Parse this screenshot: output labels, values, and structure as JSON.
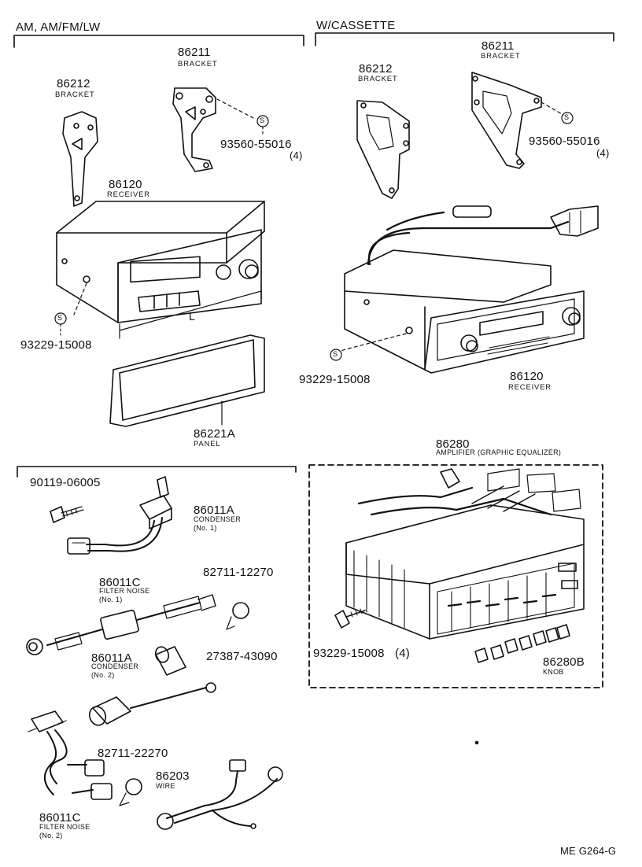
{
  "headers": {
    "left": "AM, AM/FM/LW",
    "right": "W/CASSETTE"
  },
  "labels": {
    "bracket_86212_a": {
      "part": "86212",
      "name": "BRACKET"
    },
    "bracket_86211_a": {
      "part": "86211",
      "name": "BRACKET"
    },
    "screw_93560_a": {
      "part": "93560-55016",
      "qty": "(4)"
    },
    "receiver_a": {
      "part": "86120",
      "name": "RECEIVER"
    },
    "dim_L": "L",
    "screw_93229_a": "93229-15008",
    "panel": {
      "part": "86221A",
      "name": "PANEL"
    },
    "bracket_86212_b": {
      "part": "86212",
      "name": "BRACKET"
    },
    "bracket_86211_b": {
      "part": "86211",
      "name": "BRACKET"
    },
    "screw_93560_b": {
      "part": "93560-55016",
      "qty": "(4)"
    },
    "screw_93229_b": "93229-15008",
    "receiver_b": {
      "part": "86120",
      "name": "RECEIVER"
    },
    "bolt_90119": "90119-06005",
    "condenser_1": {
      "part": "86011A",
      "name": "CONDENSER",
      "note": "(No. 1)"
    },
    "filter_1": {
      "part": "86011C",
      "name": "FILTER NOISE",
      "note": "(No. 1)"
    },
    "clamp_82711_12270": "82711-12270",
    "condenser_2": {
      "part": "86011A",
      "name": "CONDENSER",
      "note": "(No. 2)"
    },
    "cap_27387": "27387-43090",
    "clamp_82711_22270": "82711-22270",
    "wire": {
      "part": "86203",
      "name": "WIRE"
    },
    "filter_2": {
      "part": "86011C",
      "name": "FILTER NOISE",
      "note": "(No. 2)"
    },
    "amplifier": {
      "part": "86280",
      "name": "AMPLIFIER (GRAPHIC EQUALIZER)"
    },
    "screw_93229_c": {
      "part": "93229-15008",
      "qty": "(4)"
    },
    "knob": {
      "part": "86280B",
      "name": "KNOB"
    },
    "s_mark": "S"
  },
  "figure_code": "ME G264-G"
}
